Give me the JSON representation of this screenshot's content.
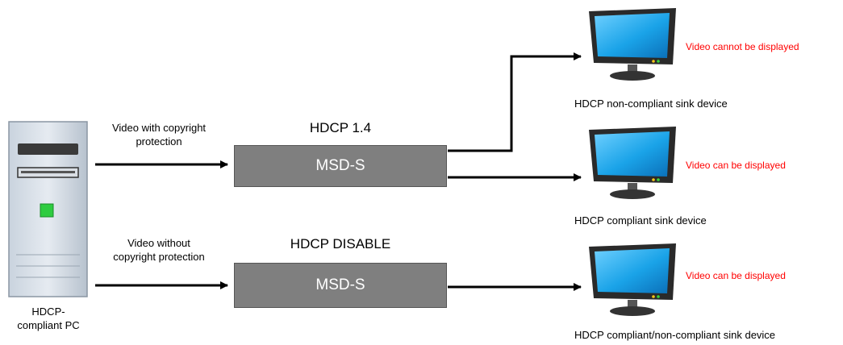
{
  "pc": {
    "label": "HDCP-\ncompliant PC",
    "label_line1": "HDCP-",
    "label_line2": "compliant PC"
  },
  "inputs": [
    {
      "line1": "Video with copyright",
      "line2": "protection"
    },
    {
      "line1": "Video without",
      "line2": "copyright protection"
    }
  ],
  "boxes": [
    {
      "mode": "HDCP 1.4",
      "label": "MSD-S"
    },
    {
      "mode": "HDCP DISABLE",
      "label": "MSD-S"
    }
  ],
  "sinks": [
    {
      "status": "Video cannot be displayed",
      "device": "HDCP non-compliant sink device"
    },
    {
      "status": "Video can be displayed",
      "device": "HDCP compliant sink device"
    },
    {
      "status": "Video can be displayed",
      "device": "HDCP compliant/non-compliant sink device"
    }
  ],
  "colors": {
    "box_fill": "#7f7f7f",
    "status_text": "#ff0000",
    "pc_led": "#2ecc40",
    "monitor_screen": "#1aa3e8"
  }
}
